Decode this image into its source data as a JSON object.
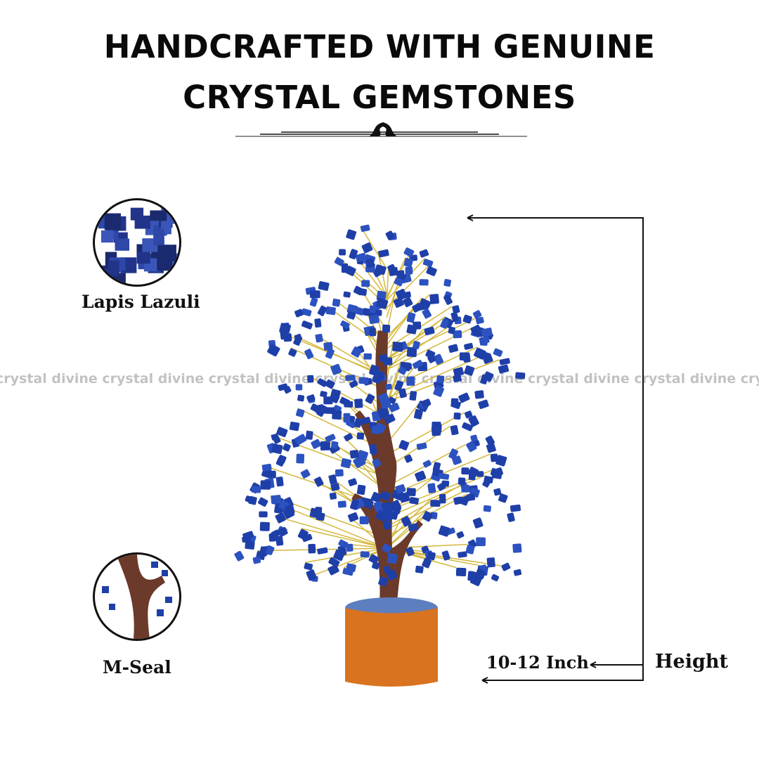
{
  "heading": {
    "line1": "HANDCRAFTED WITH GENUINE",
    "line2": "CRYSTAL GEMSTONES"
  },
  "watermark": "crystal divine crystal divine crystal divine crystal divine crystal divine crystal divine crystal divine crystal divine",
  "features": [
    {
      "label": "Lapis Lazuli",
      "icon": "lapis-lazuli-stones"
    },
    {
      "label": "M-Seal",
      "icon": "m-seal-trunk-closeup"
    }
  ],
  "dimensions": {
    "size": "10-12 Inch",
    "label": "Height"
  },
  "colors": {
    "stone": "#1f3fa8",
    "wire": "#d4b83a",
    "trunk": "#6b3a2a",
    "base": "#d9731f"
  }
}
